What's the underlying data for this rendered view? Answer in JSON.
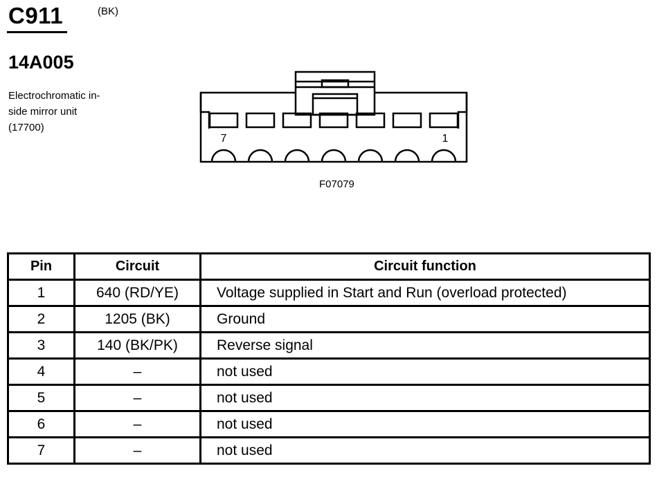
{
  "connector": {
    "id": "C911",
    "color": "(BK)",
    "part_number": "14A005",
    "description_lines": [
      "Electrochromatic in-",
      "side mirror unit",
      "(17700)"
    ]
  },
  "diagram": {
    "pin_label_left": "7",
    "pin_label_right": "1",
    "figure_ref": "F07079"
  },
  "table": {
    "headers": {
      "pin": "Pin",
      "circuit": "Circuit",
      "function": "Circuit function"
    },
    "rows": [
      {
        "pin": "1",
        "circuit": "640 (RD/YE)",
        "function": "Voltage supplied in Start and Run (overload protected)"
      },
      {
        "pin": "2",
        "circuit": "1205 (BK)",
        "function": "Ground"
      },
      {
        "pin": "3",
        "circuit": "140 (BK/PK)",
        "function": "Reverse signal"
      },
      {
        "pin": "4",
        "circuit": "–",
        "function": "not used"
      },
      {
        "pin": "5",
        "circuit": "–",
        "function": "not used"
      },
      {
        "pin": "6",
        "circuit": "–",
        "function": "not used"
      },
      {
        "pin": "7",
        "circuit": "–",
        "function": "not used"
      }
    ]
  }
}
